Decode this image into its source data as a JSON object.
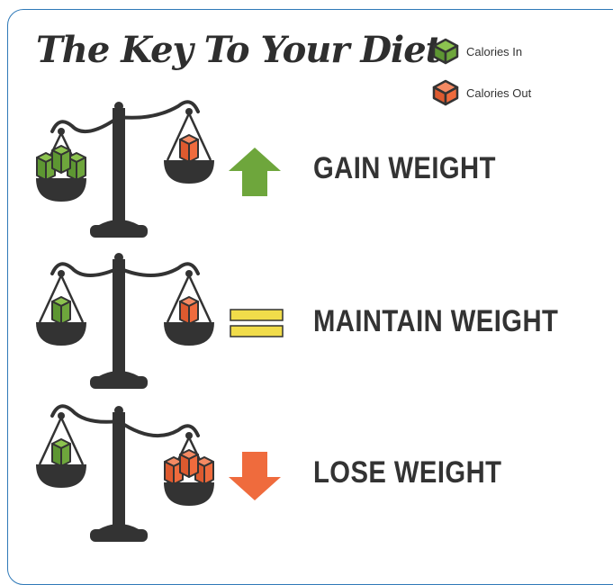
{
  "title": "The Key To Your Diet",
  "legend": {
    "calories_in": {
      "label": "Calories In",
      "color": "#6ea63c"
    },
    "calories_out": {
      "label": "Calories Out",
      "color": "#ef6b3d"
    }
  },
  "rows": [
    {
      "label": "GAIN WEIGHT",
      "indicator": "up-arrow-icon",
      "color": "#6ea63c",
      "left_cubes": 3,
      "right_cubes": 1,
      "tilt": "left-down"
    },
    {
      "label": "MAINTAIN WEIGHT",
      "indicator": "equals-icon",
      "color": "#f1dc4a",
      "left_cubes": 1,
      "right_cubes": 1,
      "tilt": "level"
    },
    {
      "label": "LOSE WEIGHT",
      "indicator": "down-arrow-icon",
      "color": "#ef6b3d",
      "left_cubes": 1,
      "right_cubes": 3,
      "tilt": "right-down"
    }
  ],
  "colors": {
    "scale": "#333333",
    "border": "#2f79b8"
  }
}
